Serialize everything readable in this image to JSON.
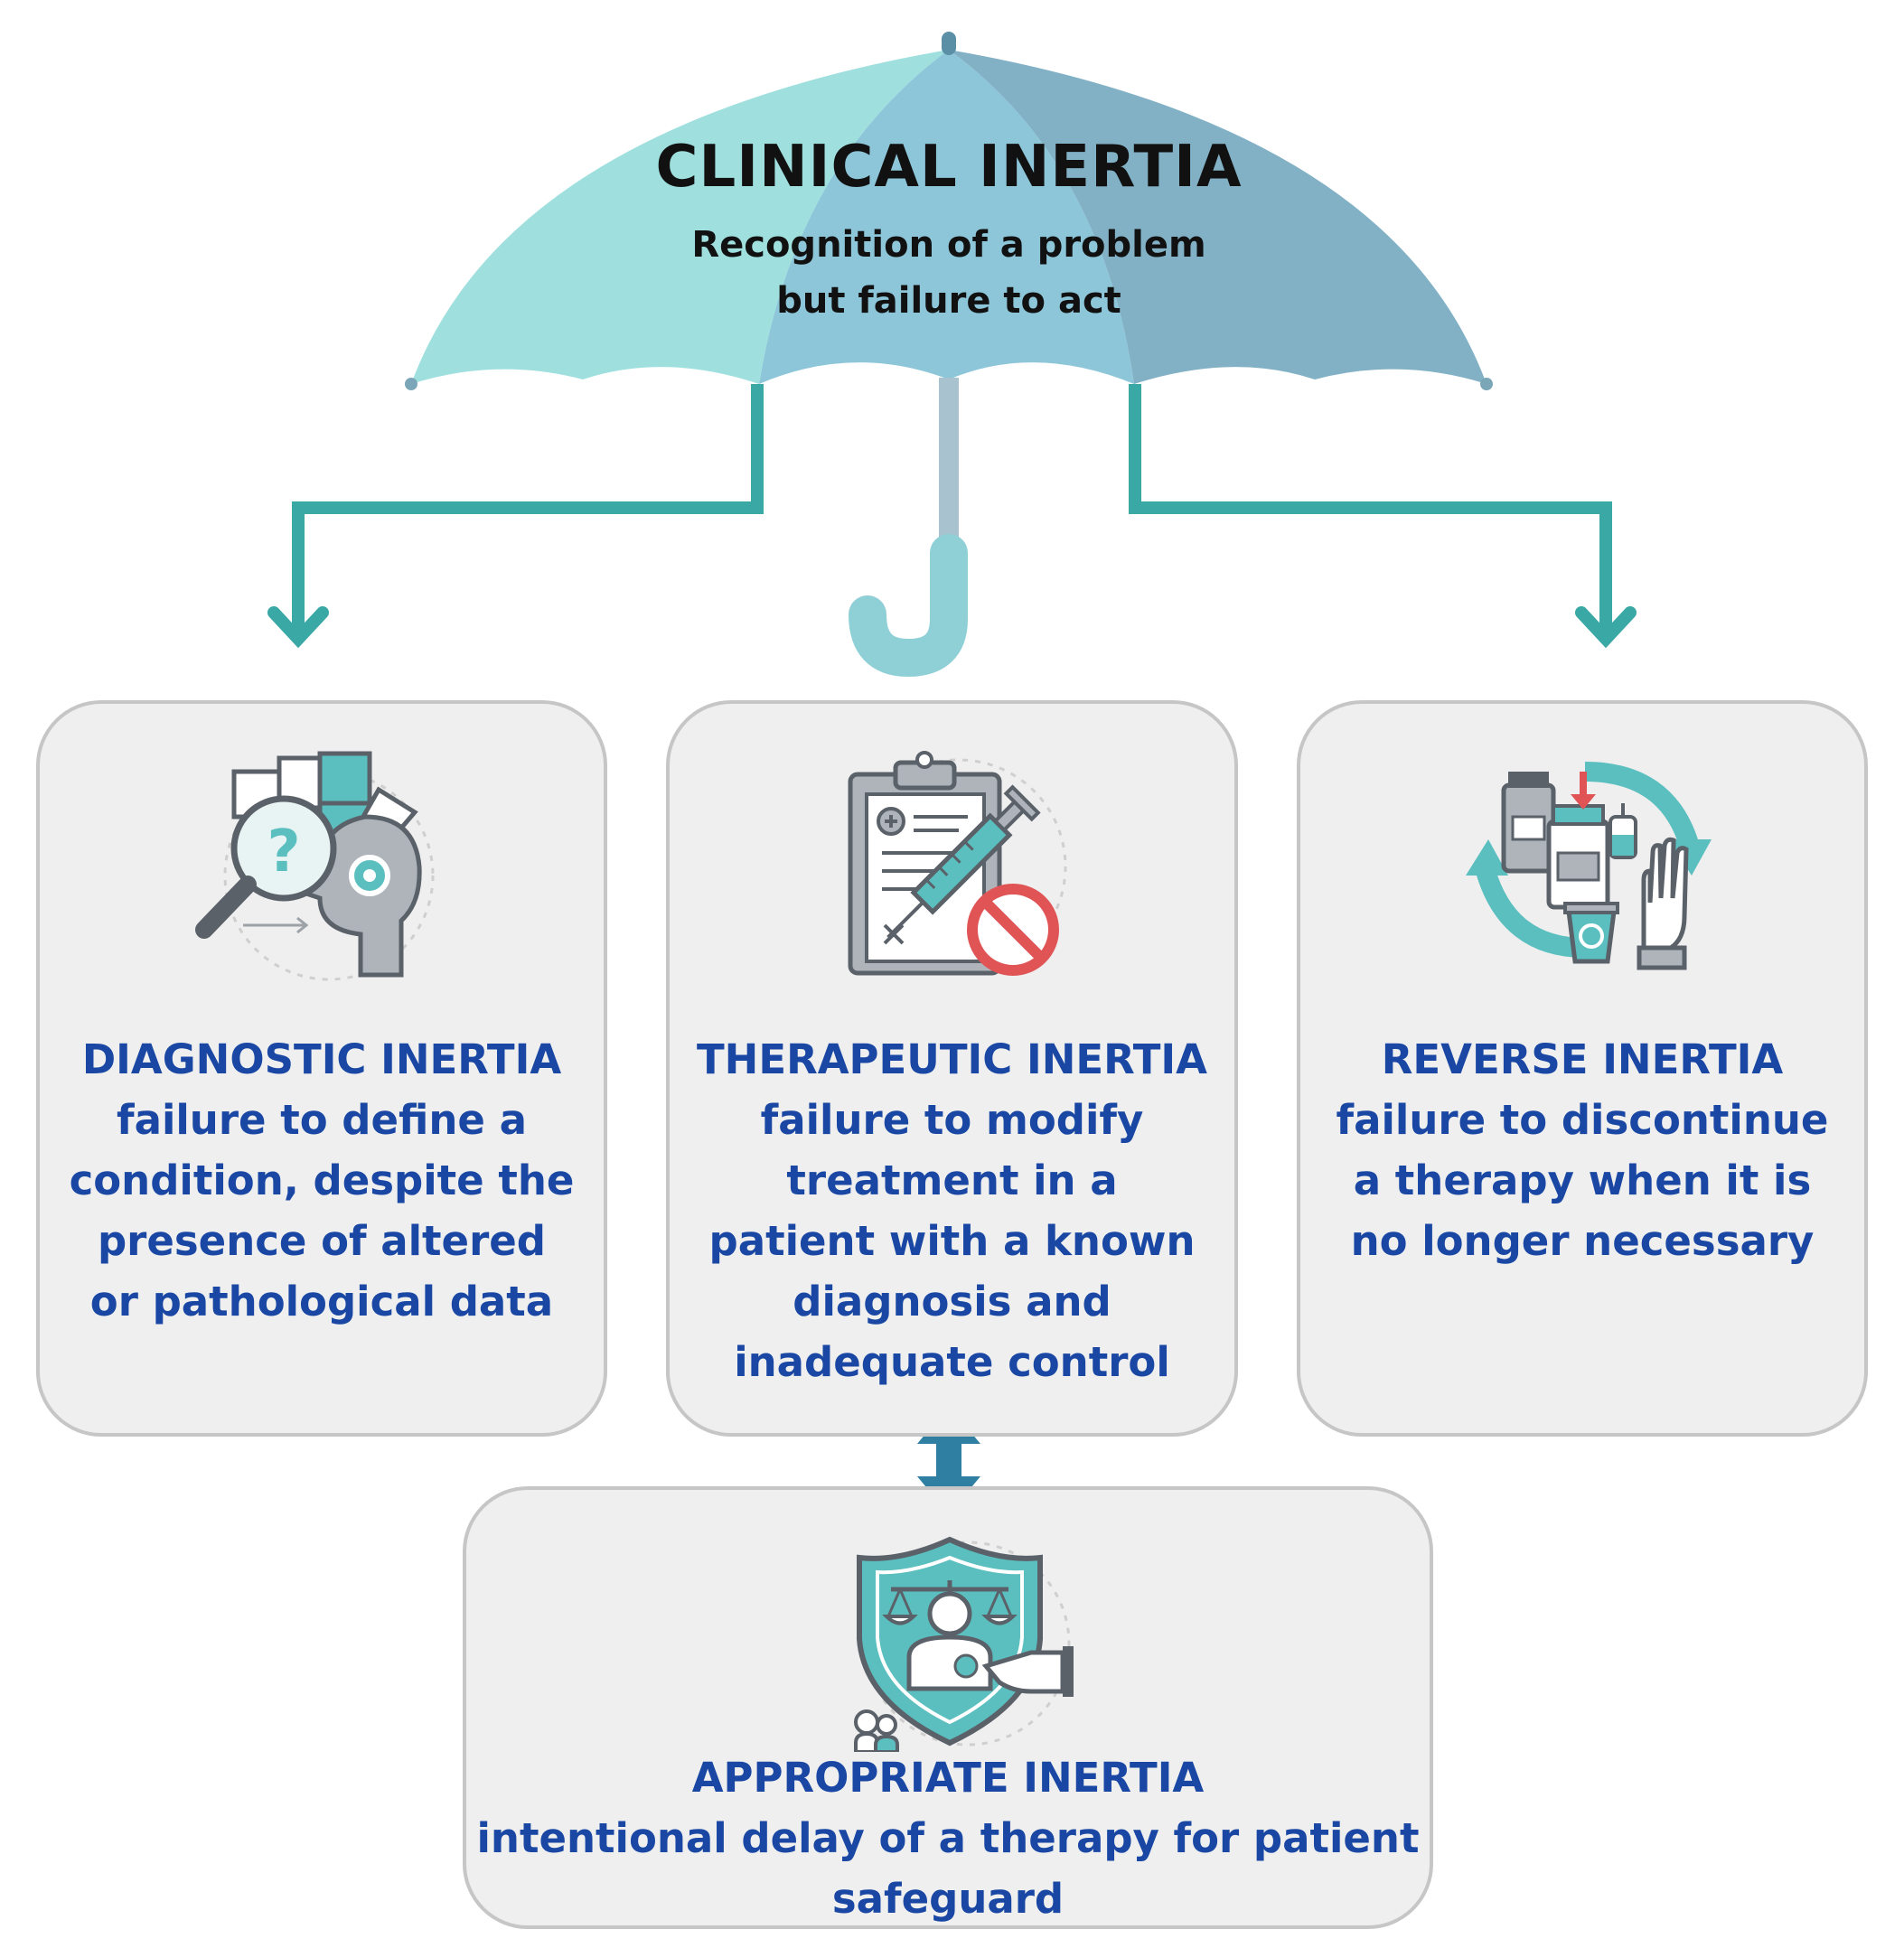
{
  "umbrella": {
    "title": "CLINICAL INERTIA",
    "subtitle_line1": "Recognition of a problem",
    "subtitle_line2": "but failure to act"
  },
  "boxes": [
    {
      "heading": "DIAGNOSTIC INERTIA",
      "lines": [
        "failure to define a",
        "condition, despite the",
        "presence of altered",
        "or pathological data"
      ]
    },
    {
      "heading": "THERAPEUTIC INERTIA",
      "lines": [
        "failure to modify",
        "treatment in a",
        "patient with a known",
        "diagnosis and",
        "inadequate control"
      ]
    },
    {
      "heading": "REVERSE INERTIA",
      "lines": [
        "failure to discontinue",
        "a therapy when it is",
        "no longer necessary"
      ]
    },
    {
      "heading": "APPROPRIATE INERTIA",
      "lines": [
        "intentional delay of a therapy for patient",
        "safeguard"
      ]
    }
  ],
  "icons": {
    "diagnostic": "puzzle-magnifier-head-icon",
    "therapeutic": "clipboard-syringe-prohibited-icon",
    "reverse": "medication-recycle-icon",
    "appropriate": "shield-justice-patient-icon"
  },
  "colors": {
    "umbrella_light": "#9fe0df",
    "umbrella_mid": "#8dc6d9",
    "umbrella_dark": "#82b1c6",
    "connector": "#3aa8a5",
    "double_arrow": "#2f7fa2",
    "heading_text": "#1947a3",
    "box_fill": "#efefef",
    "box_border": "#c6c6c6"
  }
}
